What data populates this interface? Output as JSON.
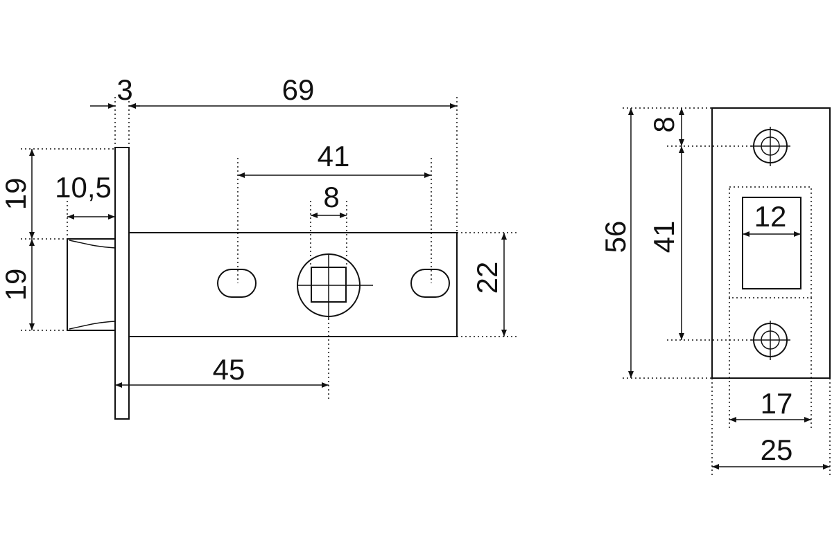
{
  "dimensions": {
    "plate_thickness": "3",
    "latch_length": "69",
    "screw_spacing": "41",
    "spindle_square": "8",
    "bolt_projection": "10,5",
    "upper_half": "19",
    "lower_half": "19",
    "body_height": "22",
    "backset": "45",
    "strike_top_offset": "8",
    "strike_height": "56",
    "strike_hole_spacing": "41",
    "strike_opening": "12",
    "strike_recess_width": "17",
    "strike_width": "25"
  }
}
